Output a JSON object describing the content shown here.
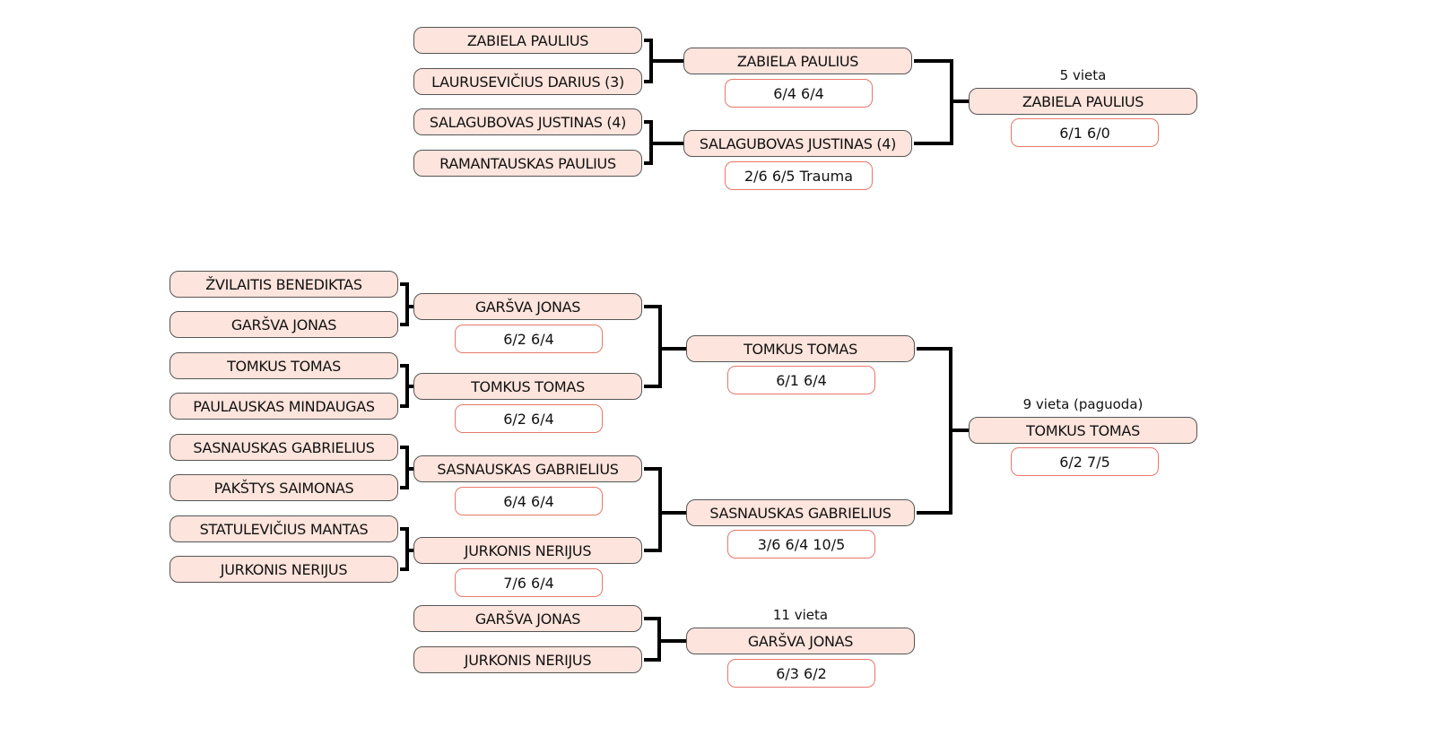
{
  "colors": {
    "player_fill": "#fde4dc",
    "player_border": "#555555",
    "score_border": "#e8776a",
    "connector": "#000000"
  },
  "bracket_5th": {
    "round1": [
      "ZABIELA PAULIUS",
      "LAURUSEVIČIUS DARIUS (3)",
      "SALAGUBOVAS JUSTINAS (4)",
      "RAMANTAUSKAS PAULIUS"
    ],
    "round2": [
      {
        "name": "ZABIELA PAULIUS",
        "score": "6/4 6/4"
      },
      {
        "name": "SALAGUBOVAS JUSTINAS (4)",
        "score": "2/6 6/5 Trauma"
      }
    ],
    "final": {
      "label": "5 vieta",
      "name": "ZABIELA PAULIUS",
      "score": "6/1 6/0"
    }
  },
  "bracket_9th": {
    "round1": [
      "ŽVILAITIS BENEDIKTAS",
      "GARŠVA JONAS",
      "TOMKUS TOMAS",
      "PAULAUSKAS MINDAUGAS",
      "SASNAUSKAS GABRIELIUS",
      "PAKŠTYS SAIMONAS",
      "STATULEVIČIUS MANTAS",
      "JURKONIS NERIJUS"
    ],
    "round2": [
      {
        "name": "GARŠVA JONAS",
        "score": "6/2 6/4"
      },
      {
        "name": "TOMKUS TOMAS",
        "score": "6/2 6/4"
      },
      {
        "name": "SASNAUSKAS GABRIELIUS",
        "score": "6/4 6/4"
      },
      {
        "name": "JURKONIS NERIJUS",
        "score": "7/6 6/4"
      }
    ],
    "round3": [
      {
        "name": "TOMKUS TOMAS",
        "score": "6/1 6/4"
      },
      {
        "name": "SASNAUSKAS GABRIELIUS",
        "score": "3/6 6/4 10/5"
      }
    ],
    "final": {
      "label": "9 vieta (paguoda)",
      "name": "TOMKUS TOMAS",
      "score": "6/2 7/5"
    }
  },
  "bracket_11th": {
    "round1": [
      "GARŠVA JONAS",
      "JURKONIS NERIJUS"
    ],
    "final": {
      "label": "11 vieta",
      "name": "GARŠVA JONAS",
      "score": "6/3 6/2"
    }
  }
}
